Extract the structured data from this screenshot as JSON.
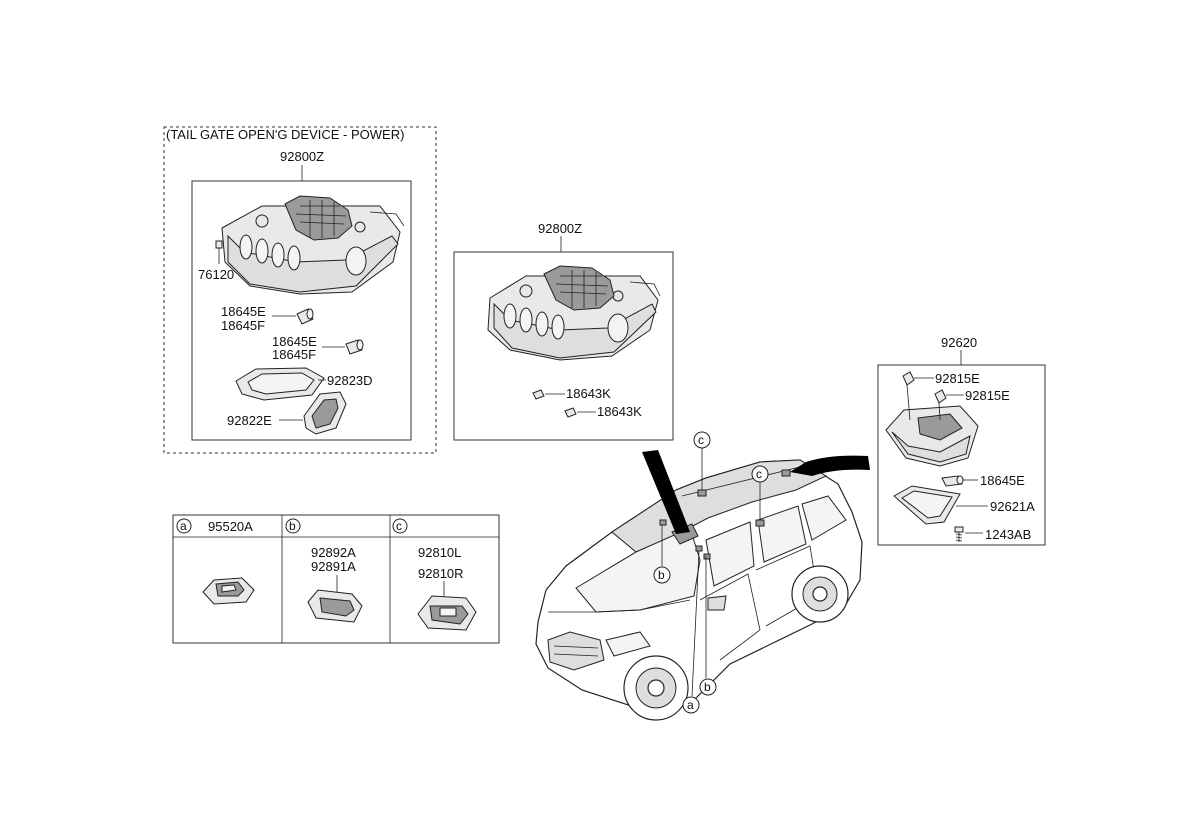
{
  "group_power": {
    "title": "(TAIL GATE OPEN'G DEVICE - POWER)",
    "assembly": "92800Z",
    "parts": [
      "76120",
      "18645E",
      "18645F",
      "18645E",
      "18645F",
      "92823D",
      "92822E"
    ]
  },
  "group_standard": {
    "assembly": "92800Z",
    "parts": [
      "18643K",
      "18643K"
    ]
  },
  "group_room_lamp": {
    "assembly": "92620",
    "parts": [
      "92815E",
      "92815E",
      "18645E",
      "92621A",
      "1243AB"
    ]
  },
  "legend_table": [
    {
      "letter": "a",
      "parts": [
        "95520A"
      ]
    },
    {
      "letter": "b",
      "parts": [
        "92892A",
        "92891A"
      ]
    },
    {
      "letter": "c",
      "parts": [
        "92810L",
        "92810R"
      ]
    }
  ],
  "vehicle_callouts": [
    "c",
    "c",
    "b",
    "b",
    "a"
  ]
}
